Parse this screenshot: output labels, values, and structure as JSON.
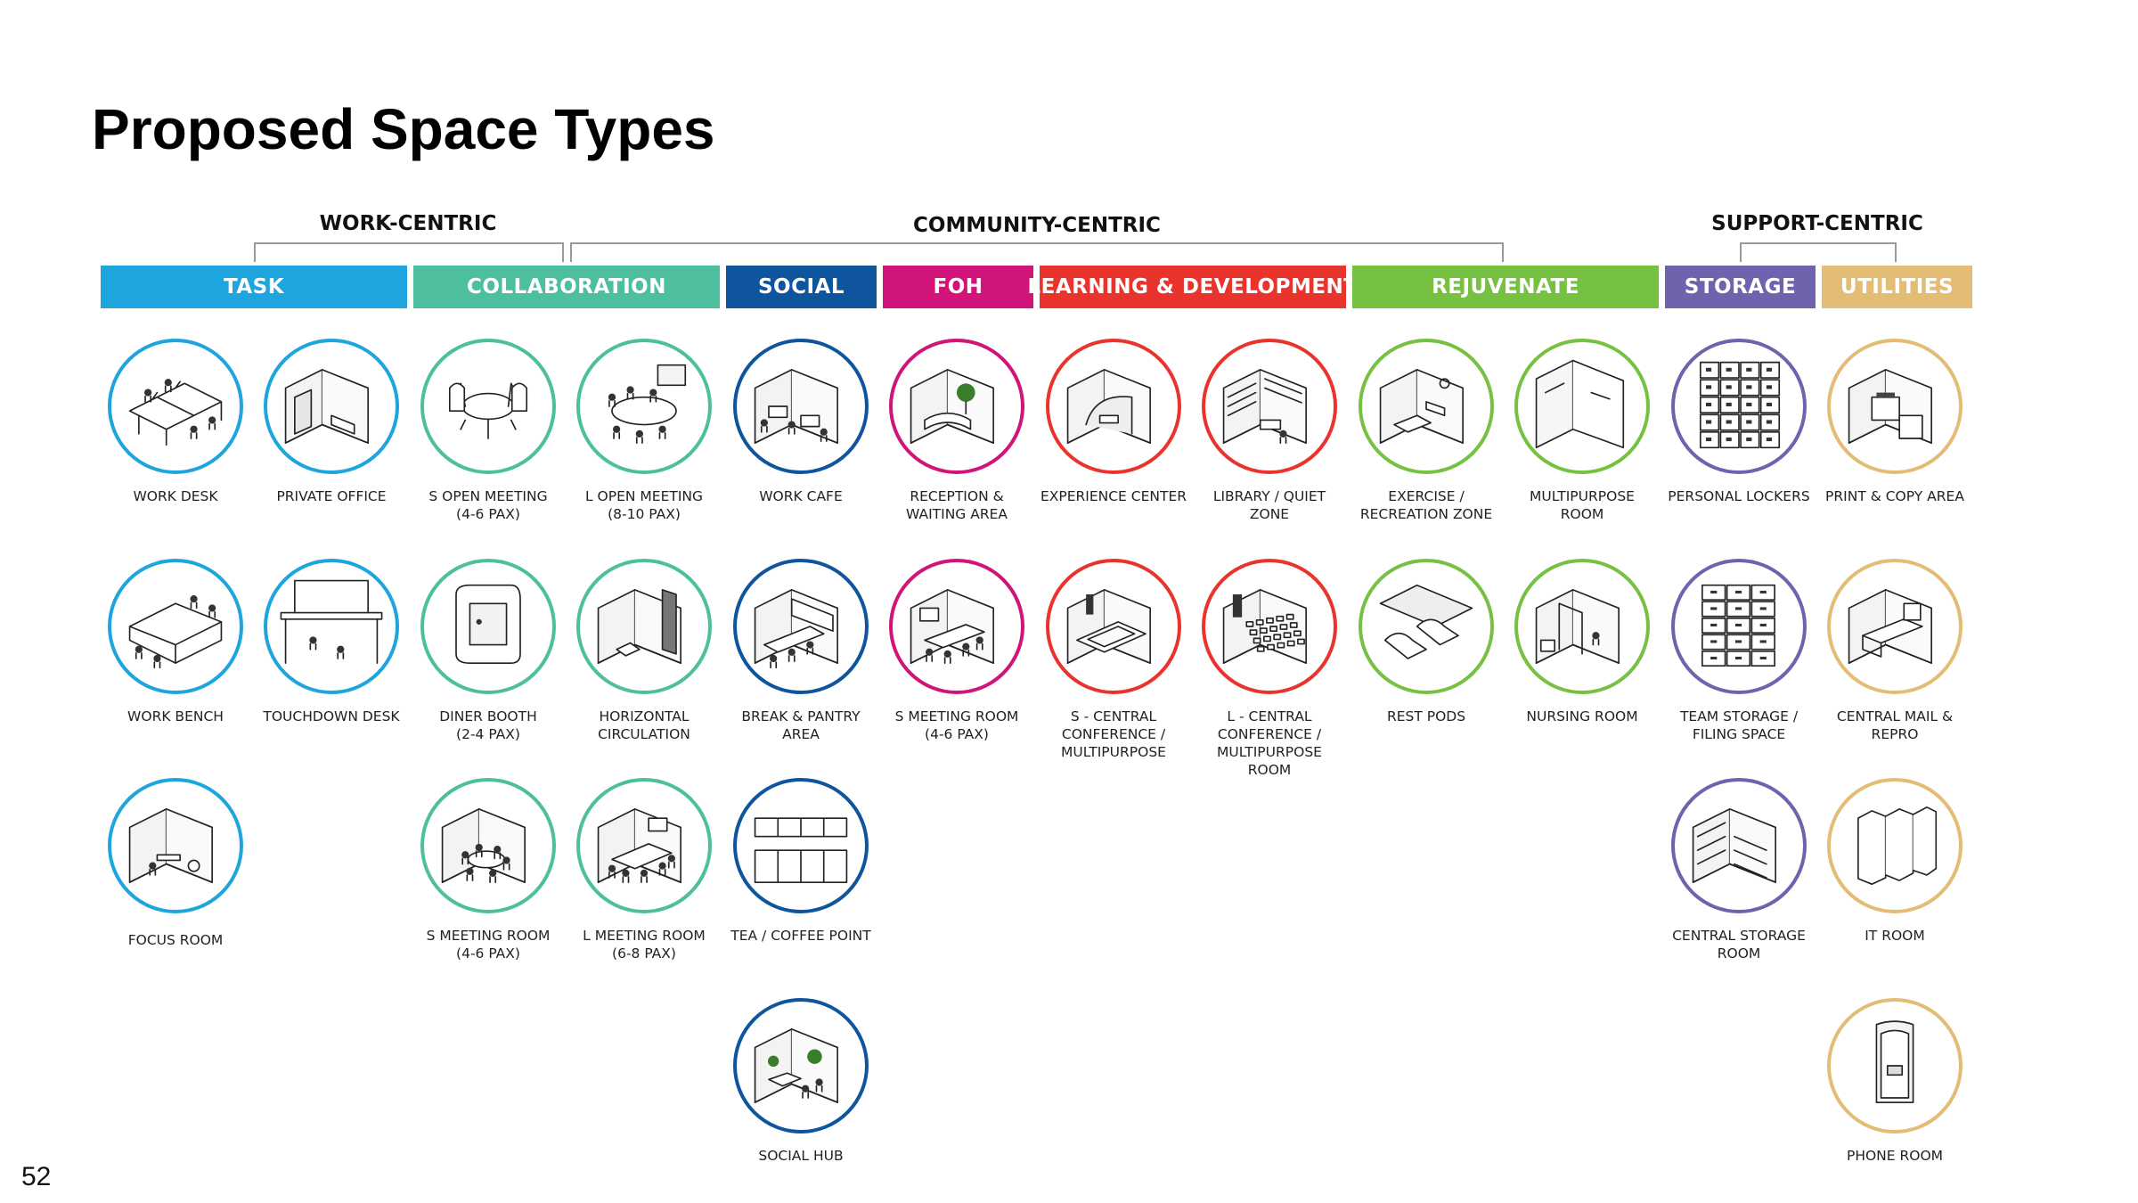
{
  "page": {
    "title": "Proposed Space Types",
    "page_number": "52"
  },
  "groups": {
    "work": "WORK-CENTRIC",
    "community": "COMMUNITY-CENTRIC",
    "support": "SUPPORT-CENTRIC"
  },
  "categories": {
    "task": {
      "label": "TASK",
      "color": "#1fa5dd"
    },
    "collaboration": {
      "label": "COLLABORATION",
      "color": "#4dbf9e"
    },
    "social": {
      "label": "SOCIAL",
      "color": "#0f559d"
    },
    "foh": {
      "label": "FOH",
      "color": "#d0147a"
    },
    "learning": {
      "label": "LEARNING & DEVELOPMENT",
      "color": "#e9342e"
    },
    "rejuvenate": {
      "label": "REJUVENATE",
      "color": "#76c142"
    },
    "storage": {
      "label": "STORAGE",
      "color": "#6f63ad"
    },
    "utilities": {
      "label": "UTILITIES",
      "color": "#e3bc76"
    }
  },
  "spaces": {
    "work_desk": {
      "label": "WORK DESK",
      "icon": "workstation-icon"
    },
    "private_office": {
      "label": "PRIVATE OFFICE",
      "icon": "office-room-icon"
    },
    "s_open_meeting": {
      "label": "S OPEN MEETING\n(4-6 PAX)",
      "icon": "round-table-icon"
    },
    "l_open_meeting": {
      "label": "L OPEN MEETING\n(8-10 PAX)",
      "icon": "oval-table-icon"
    },
    "work_cafe": {
      "label": "WORK CAFE",
      "icon": "cafe-icon"
    },
    "reception": {
      "label": "RECEPTION &\nWAITING AREA",
      "icon": "reception-icon"
    },
    "experience_center": {
      "label": "EXPERIENCE CENTER",
      "icon": "curved-wall-icon"
    },
    "library": {
      "label": "LIBRARY / QUIET ZONE",
      "icon": "library-icon"
    },
    "exercise": {
      "label": "EXERCISE /\nRECREATION ZONE",
      "icon": "gym-icon"
    },
    "multipurpose_room": {
      "label": "MULTIPURPOSE\nROOM",
      "icon": "empty-room-icon"
    },
    "personal_lockers": {
      "label": "PERSONAL LOCKERS",
      "icon": "lockers-icon"
    },
    "print_copy": {
      "label": "PRINT & COPY AREA",
      "icon": "printer-icon"
    },
    "work_bench": {
      "label": "WORK BENCH",
      "icon": "bench-table-icon"
    },
    "touchdown_desk": {
      "label": "TOUCHDOWN DESK",
      "icon": "touchdown-icon"
    },
    "diner_booth": {
      "label": "DINER BOOTH\n(2-4 PAX)",
      "icon": "booth-icon"
    },
    "horizontal_circulation": {
      "label": "HORIZONTAL\nCIRCULATION",
      "icon": "corridor-icon"
    },
    "break_pantry": {
      "label": "BREAK & PANTRY\nAREA",
      "icon": "pantry-icon"
    },
    "s_meeting_room_foh": {
      "label": "S MEETING ROOM\n(4-6 PAX)",
      "icon": "meeting-room-icon"
    },
    "s_central_conference": {
      "label": "S - CENTRAL\nCONFERENCE /\nMULTIPURPOSE",
      "icon": "conference-icon"
    },
    "l_central_conference": {
      "label": "L - CENTRAL\nCONFERENCE /\nMULTIPURPOSE\nROOM",
      "icon": "auditorium-icon"
    },
    "rest_pods": {
      "label": "REST PODS",
      "icon": "recliner-icon"
    },
    "nursing_room": {
      "label": "NURSING ROOM",
      "icon": "nursing-icon"
    },
    "team_storage": {
      "label": "TEAM STORAGE /\nFILING SPACE",
      "icon": "cabinet-icon"
    },
    "central_mail": {
      "label": "CENTRAL MAIL &\nREPRO",
      "icon": "mail-counter-icon"
    },
    "focus_room": {
      "label": "FOCUS ROOM",
      "icon": "focus-room-icon"
    },
    "s_meeting_room": {
      "label": "S MEETING ROOM\n(4-6 PAX)",
      "icon": "round-meeting-icon"
    },
    "l_meeting_room": {
      "label": "L MEETING ROOM\n(6-8 PAX)",
      "icon": "long-meeting-icon"
    },
    "tea_coffee": {
      "label": "TEA / COFFEE POINT",
      "icon": "kitchenette-icon"
    },
    "central_storage": {
      "label": "CENTRAL STORAGE\nROOM",
      "icon": "shelving-icon"
    },
    "it_room": {
      "label": "IT ROOM",
      "icon": "server-rack-icon"
    },
    "social_hub": {
      "label": "SOCIAL HUB",
      "icon": "lounge-icon"
    },
    "phone_room": {
      "label": "PHONE ROOM",
      "icon": "phone-booth-icon"
    }
  }
}
